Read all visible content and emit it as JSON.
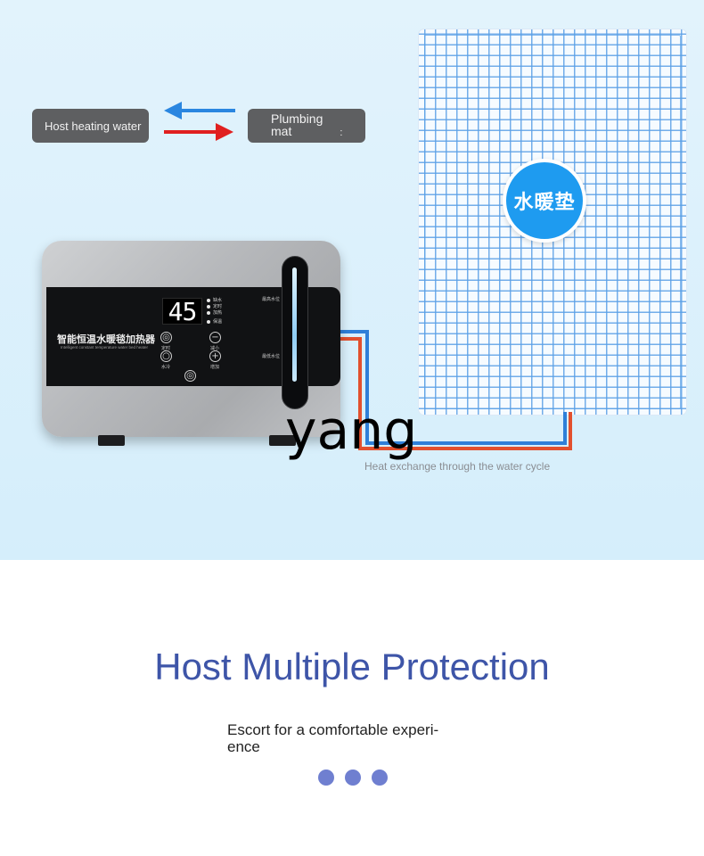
{
  "labels": {
    "host_heating_water": "Host heating water",
    "plumbing_line1": "Plumbing",
    "plumbing_line2": "mat",
    "plumbing_mark": ":",
    "mat_badge": "水暖垫",
    "caption": "Heat exchange through the water cycle",
    "watermark": "yang"
  },
  "device": {
    "temperature": "45",
    "brand_cn": "智能恒温水暖毯加热器",
    "brand_en": "Intelligent constant temperature water bed heater",
    "indicators": [
      "缺水",
      "定时",
      "加热",
      "保温"
    ],
    "buttons": [
      {
        "label": "定时",
        "icon": "timer-icon"
      },
      {
        "label": "减小",
        "icon": "minus-icon"
      },
      {
        "label": "水冷",
        "icon": "water-drop-icon"
      },
      {
        "label": "增加",
        "icon": "plus-icon"
      }
    ],
    "level_high": "最高水位",
    "level_low": "最低水位"
  },
  "section": {
    "title": "Host Multiple Protection",
    "subtitle_line1": "Escort for a comfortable experi-",
    "subtitle_line2": "ence"
  },
  "colors": {
    "accent_blue": "#3e55a8",
    "dot_color": "#6f7fd0",
    "badge_blue": "#1e9bf0",
    "arrow_blue": "#2a86e0",
    "arrow_red": "#e02020"
  }
}
